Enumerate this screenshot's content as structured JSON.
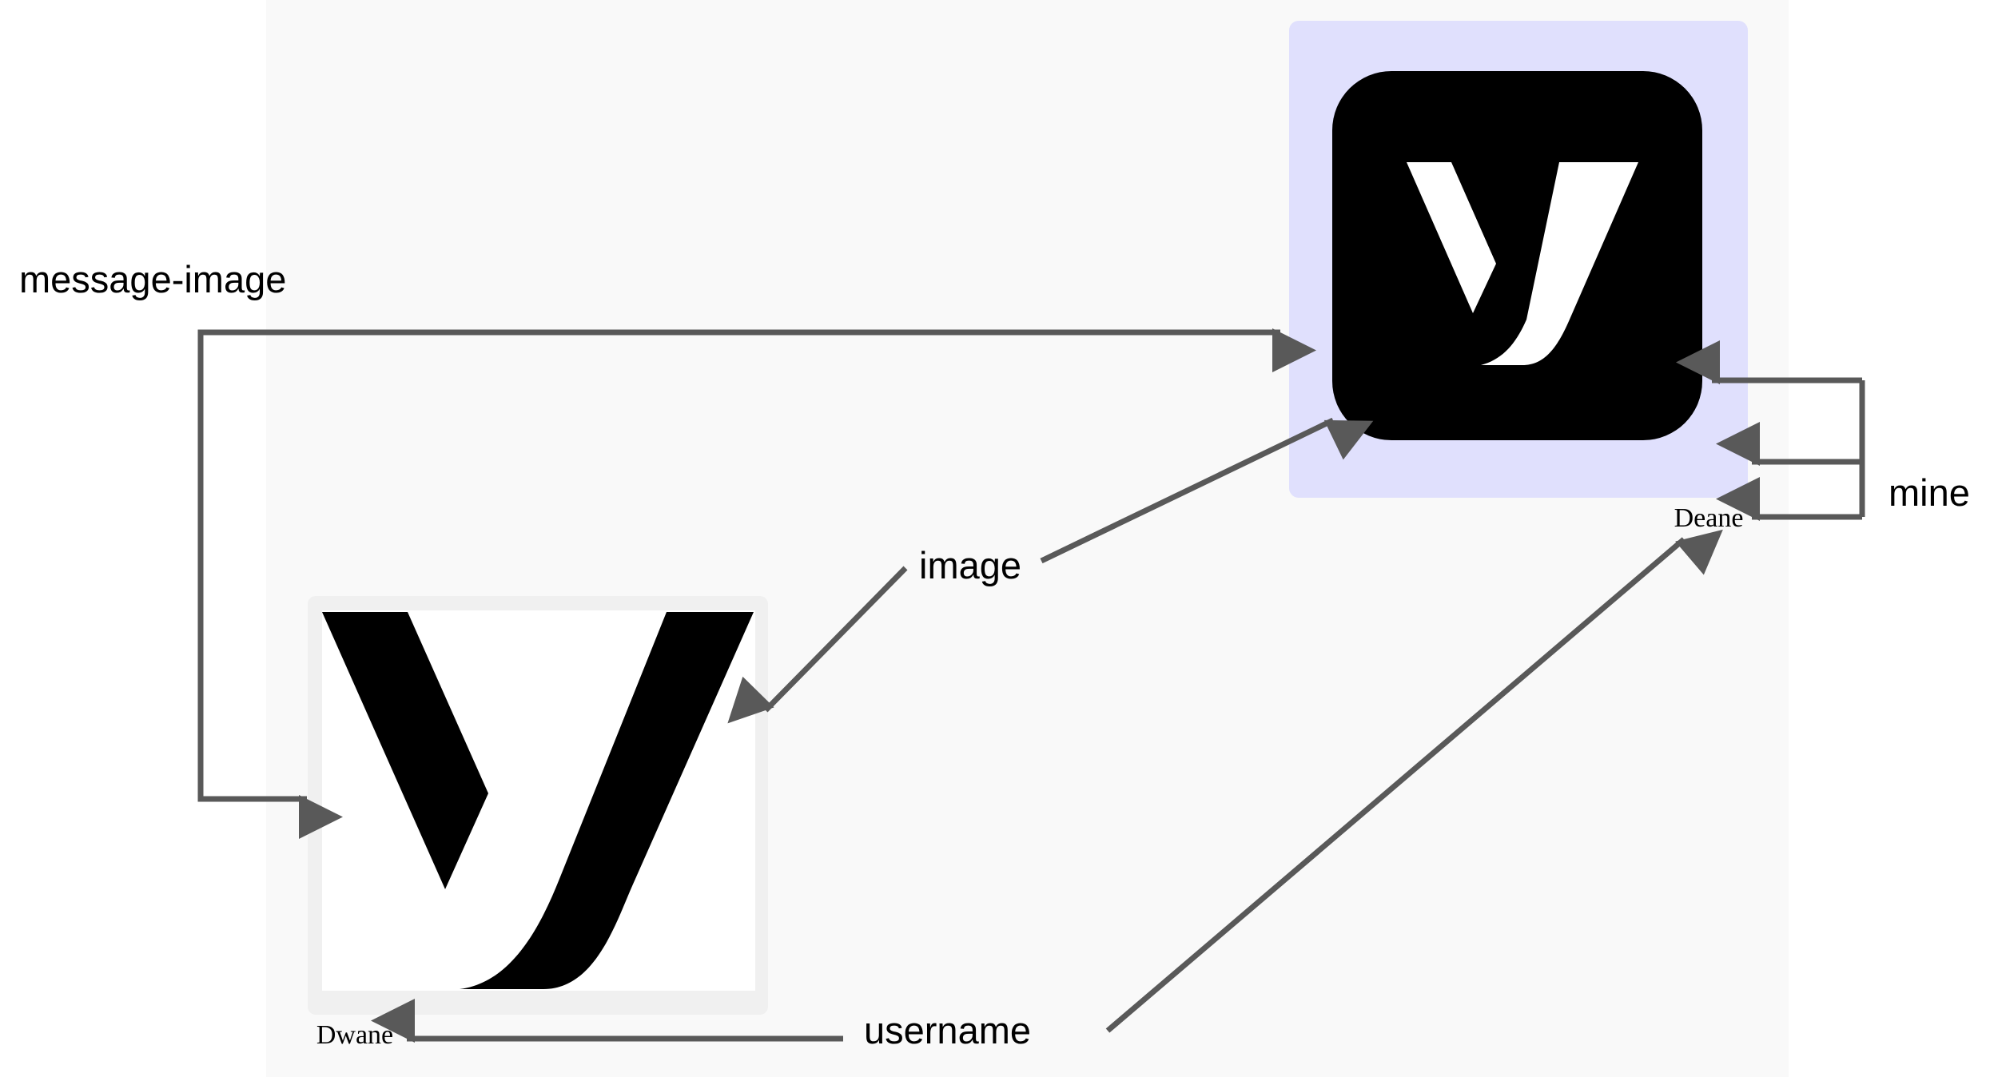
{
  "colors": {
    "canvas": "#f9f9f9",
    "arrow": "#595959",
    "mine_bubble": "#e0e0fd",
    "other_bubble": "#f0f0f0",
    "logo_dark": "#000000",
    "logo_light": "#ffffff"
  },
  "annotations": {
    "message_image": "message-image",
    "image": "image",
    "username": "username",
    "mine": "mine"
  },
  "messages": [
    {
      "username": "Deane",
      "mine": true,
      "image_icon": "app-logo-icon-rounded-square"
    },
    {
      "username": "Dwane",
      "mine": false,
      "image_icon": "app-logo-icon-square"
    }
  ]
}
